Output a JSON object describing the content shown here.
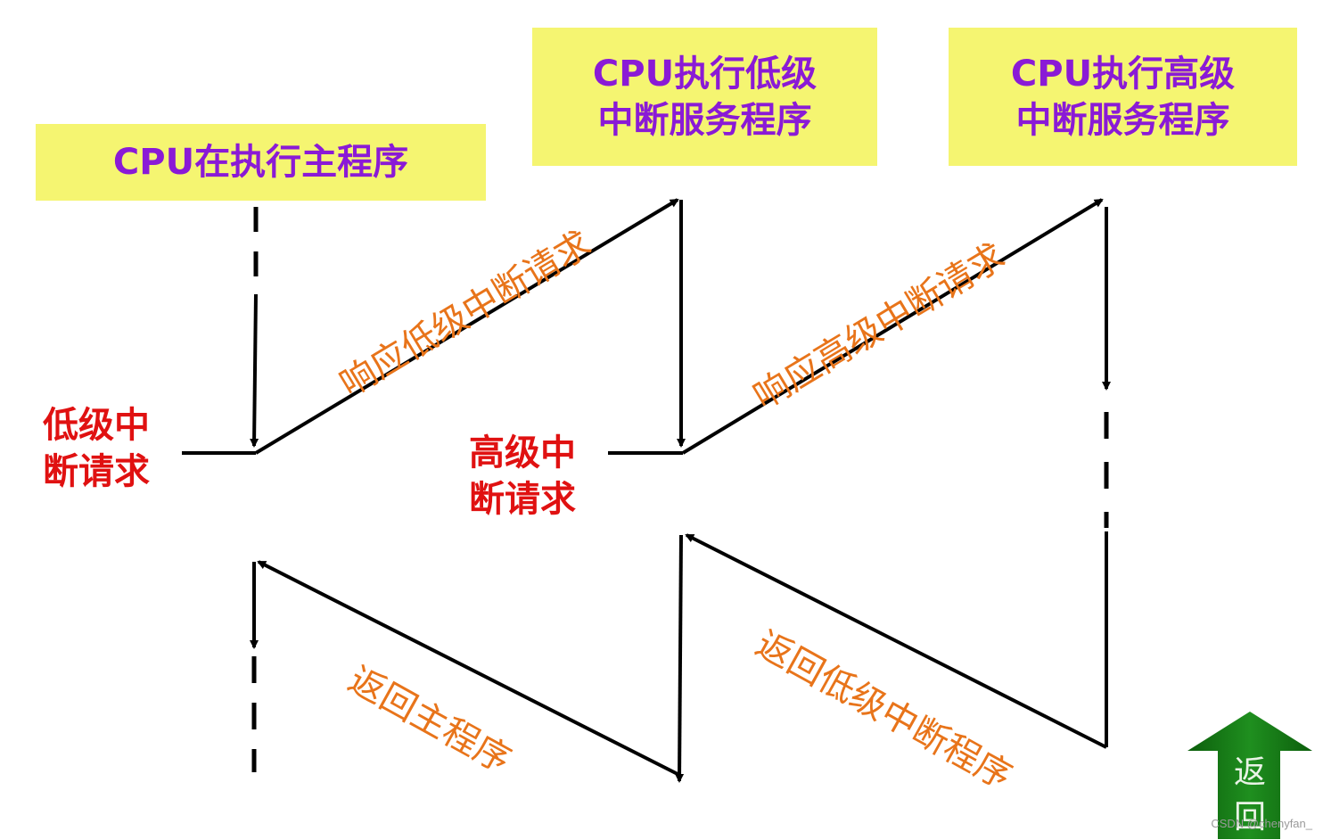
{
  "boxes": {
    "main": "CPU在执行主程序",
    "low_line1": "CPU执行低级",
    "low_line2": "中断服务程序",
    "high_line1": "CPU执行高级",
    "high_line2": "中断服务程序"
  },
  "requests": {
    "low_line1": "低级中",
    "low_line2": "断请求",
    "high_line1": "高级中",
    "high_line2": "断请求"
  },
  "arrows": {
    "respond_low": "响应低级中断请求",
    "respond_high": "响应高级中断请求",
    "return_main": "返回主程序",
    "return_low": "返回低级中断程序"
  },
  "return_button": {
    "line1": "返",
    "line2": "回"
  },
  "watermark": "CSDN @chenyfan_",
  "colors": {
    "box_fill": "#f5f571",
    "box_text": "#8a1ad6",
    "request_text": "#e01111",
    "arrow_text": "#e8741a",
    "button_green": "#137a13"
  }
}
